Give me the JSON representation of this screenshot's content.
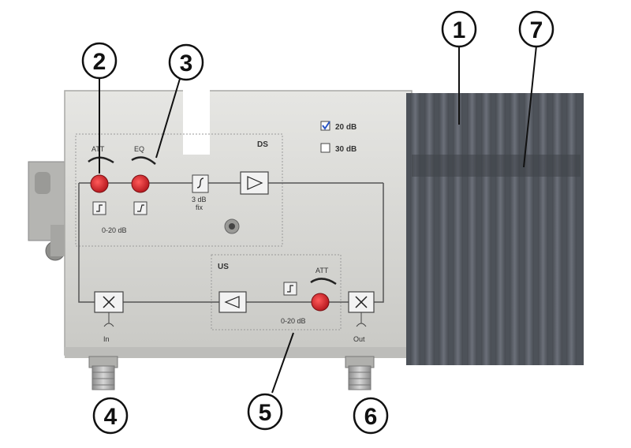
{
  "callouts": [
    "1",
    "7",
    "2",
    "3",
    "4",
    "5",
    "6"
  ],
  "panel": {
    "ds_label": "DS",
    "us_label": "US",
    "gain_option_1": "20 dB",
    "gain_option_2": "30 dB",
    "gain_option_1_checked": true,
    "gain_option_2_checked": false,
    "att_label_top": "ATT",
    "eq_label": "EQ",
    "range_top": "0-20 dB",
    "fix_value": "3 dB",
    "fix_label": "fix",
    "att_label_bottom": "ATT",
    "range_bottom": "0-20 dB",
    "in_label": "In",
    "out_label": "Out"
  },
  "colors": {
    "housing": "#d9d9d6",
    "heatsink": "#5b6068",
    "knob_red": "#d8242c",
    "line": "#555555"
  }
}
